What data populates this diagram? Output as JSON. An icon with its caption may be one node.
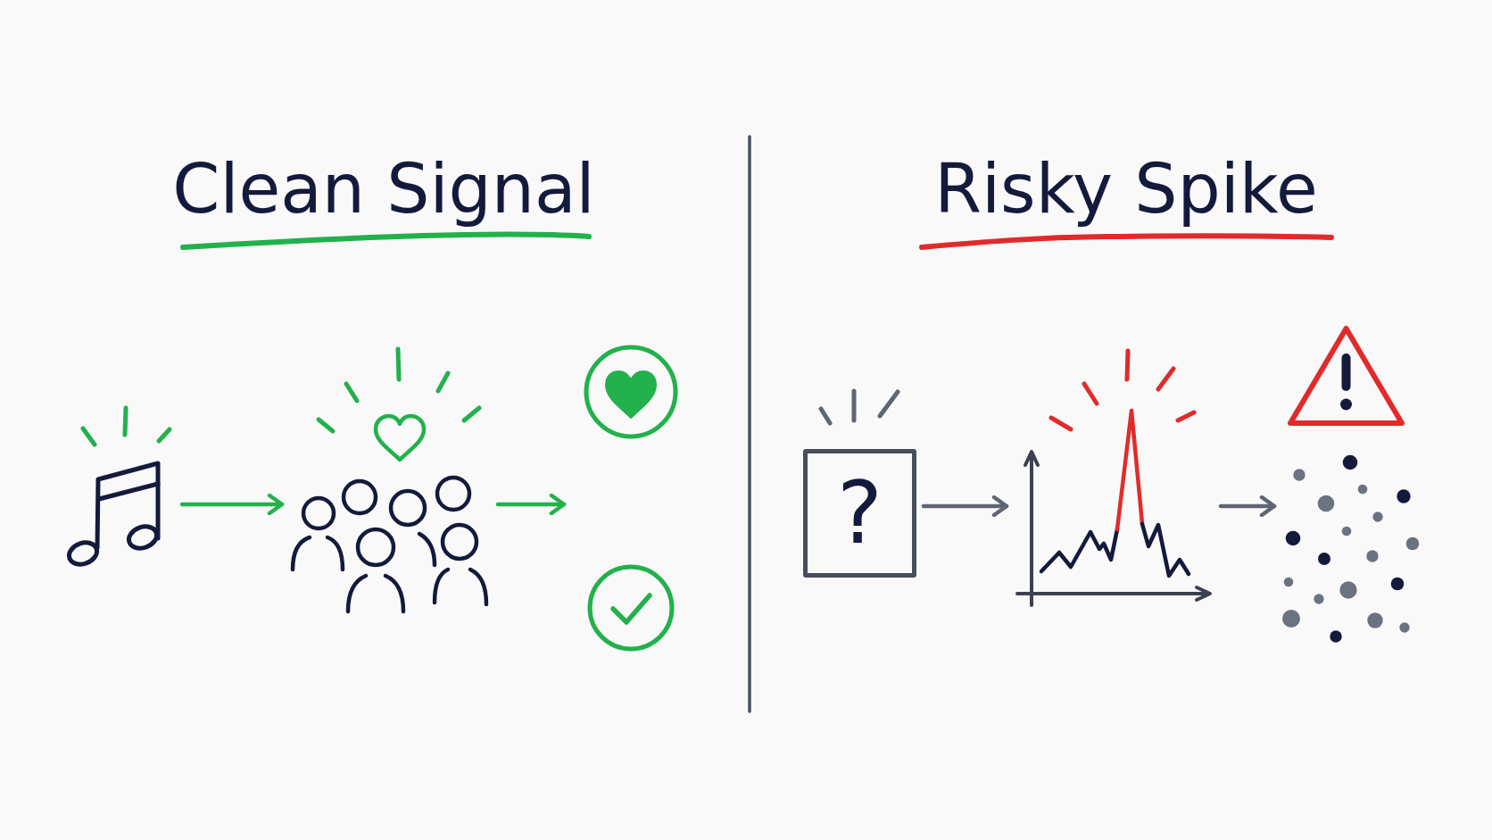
{
  "diagram": {
    "nodes": [
      {
        "text": [],
        "shape": "picture"
      },
      {
        "text": [],
        "shape": "picture"
      },
      {
        "text": [],
        "shape": "circle"
      },
      {
        "text": [],
        "shape": "circle"
      },
      {
        "text": [
          "?"
        ]
      },
      {
        "text": [],
        "shape": "picture"
      },
      {
        "text": [],
        "shape": "triangle"
      },
      {
        "text": [],
        "shape": "picture"
      }
    ],
    "edges": [
      {
        "from": 0,
        "to": 1,
        "arrow": "to",
        "color": "#22b14c"
      },
      {
        "from": 1,
        "to": null,
        "arrow": "to",
        "color": "#22b14c"
      },
      {
        "from": 4,
        "to": 5,
        "arrow": "to",
        "color": "#5f6673"
      },
      {
        "from": 5,
        "to": 7,
        "arrow": "to",
        "color": "#5f6673"
      }
    ],
    "labels": [
      "Clean Signal",
      "Risky Spike"
    ]
  }
}
